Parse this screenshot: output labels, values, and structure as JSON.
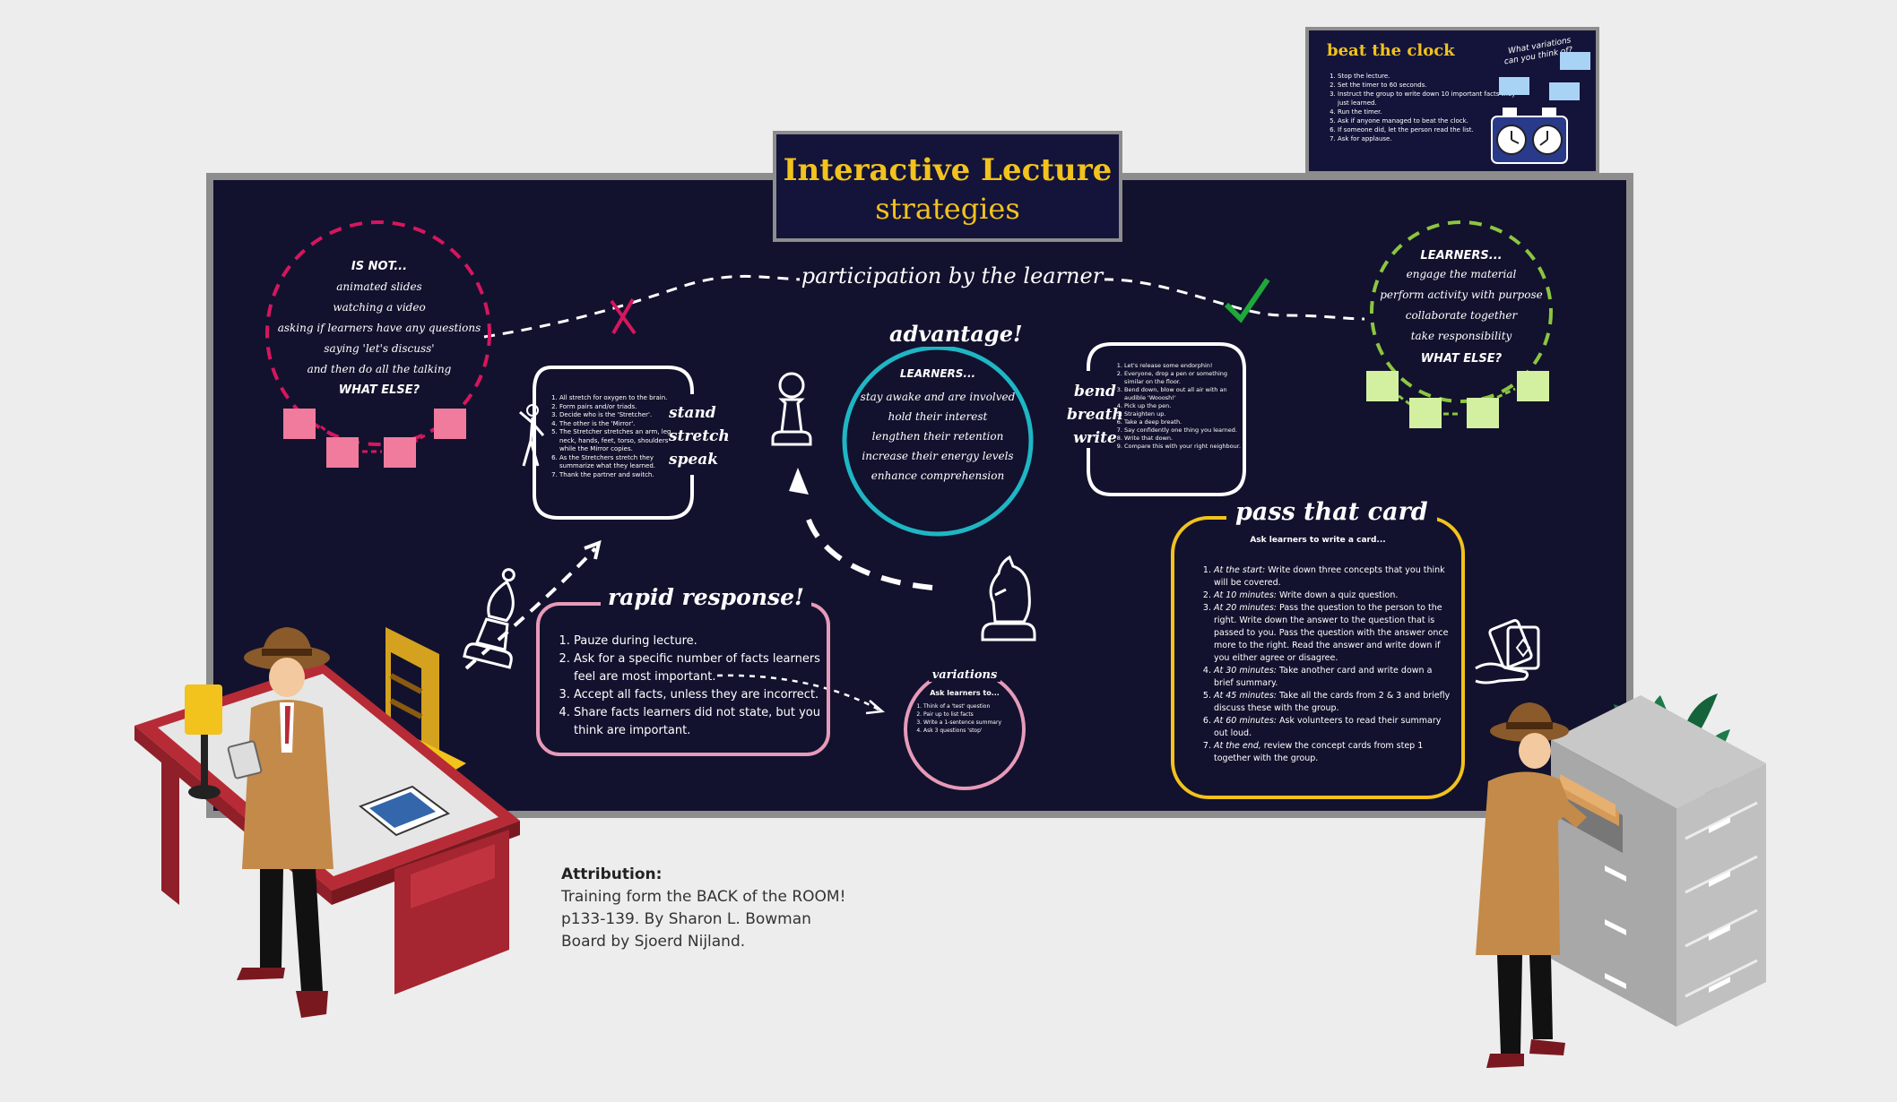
{
  "title": {
    "line1": "Interactive Lecture",
    "line2": "strategies"
  },
  "participation": "participation by the learner",
  "beat_the_clock": {
    "title": "beat the clock",
    "question": "What variations can you think of?",
    "steps": [
      "Stop the lecture.",
      "Set the timer to 60 seconds.",
      "Instruct the group to write down 10 important facts they just learned.",
      "Run the timer.",
      "Ask if anyone managed to beat the clock.",
      "If someone did, let the person read the list.",
      "Ask for applause."
    ]
  },
  "is_not": {
    "title": "IS NOT...",
    "items": [
      "animated slides",
      "watching a video",
      "asking if learners have any questions",
      "saying 'let's discuss'",
      "and then do all the talking"
    ],
    "what_else": "WHAT ELSE?"
  },
  "learners_right": {
    "title": "LEARNERS...",
    "items": [
      "engage the material",
      "perform activity with purpose",
      "collaborate together",
      "take responsibility"
    ],
    "what_else": "WHAT ELSE?"
  },
  "advantage": {
    "title": "advantage!",
    "subtitle": "LEARNERS...",
    "items": [
      "stay awake and are involved",
      "hold their interest",
      "lengthen their retention",
      "increase their energy levels",
      "enhance comprehension"
    ]
  },
  "stand": {
    "words": [
      "stand",
      "stretch",
      "speak"
    ],
    "steps": [
      "All stretch for oxygen to the brain.",
      "Form pairs and/or triads.",
      "Decide who is the 'Stretcher'.",
      "The other is the 'Mirror'.",
      "The Stretcher stretches an arm, leg, neck, hands, feet, torso, shoulders while the Mirror copies.",
      "As the Stretchers stretch they summarize what they learned.",
      "Thank the partner and switch."
    ]
  },
  "bend": {
    "words": [
      "bend",
      "breath",
      "write"
    ],
    "steps": [
      "Let's release some endorphin!",
      "Everyone, drop a pen or something similar on the floor.",
      "Bend down, blow out all air with an audible 'Wooosh!'",
      "Pick up the pen.",
      "Straighten up.",
      "Take a deep breath.",
      "Say confidently one thing you learned.",
      "Write that down.",
      "Compare this with your right neighbour."
    ]
  },
  "rapid": {
    "title": "rapid response!",
    "steps": [
      "Pauze during lecture.",
      "Ask for a specific number of facts learners feel are most important.",
      "Accept all facts, unless they are incorrect.",
      "Share facts learners did not state, but you think are important."
    ]
  },
  "variations": {
    "title": "variations",
    "subtitle": "Ask learners to...",
    "steps": [
      "Think of a 'test' question",
      "Pair up to list facts",
      "Write a 1-sentence summary",
      "Ask 3 questions 'stop'"
    ]
  },
  "pass_card": {
    "title": "pass that card",
    "subtitle": "Ask learners to write a card...",
    "steps": [
      {
        "lead": "At the start:",
        "text": "Write down three concepts that you think will be covered."
      },
      {
        "lead": "At 10 minutes:",
        "text": "Write down a quiz question."
      },
      {
        "lead": "At 20 minutes:",
        "text": "Pass the question to the person to the right. Write down the answer to the question that is passed to you. Pass the question with the answer once more to the right. Read the answer and write down if you either agree or disagree."
      },
      {
        "lead": "At 30 minutes:",
        "text": "Take another card and write down a brief summary."
      },
      {
        "lead": "At 45 minutes:",
        "text": "Take all the cards from 2 & 3 and briefly discuss these with the group."
      },
      {
        "lead": "At 60 minutes:",
        "text": "Ask volunteers to read their summary out loud."
      },
      {
        "lead": "At the end,",
        "text": "review the concept cards from step 1 together with the group."
      }
    ]
  },
  "attribution": {
    "label": "Attribution:",
    "line1": "Training form the BACK of the ROOM!",
    "line2": "p133-139. By Sharon L. Bowman",
    "line3": "Board by Sjoerd Nijland."
  },
  "colors": {
    "board": "#12122e",
    "gold": "#f2c21d",
    "pink": "#d6165e",
    "green": "#8cc63f",
    "teal": "#1fb6c4",
    "rose": "#e79ab9"
  }
}
